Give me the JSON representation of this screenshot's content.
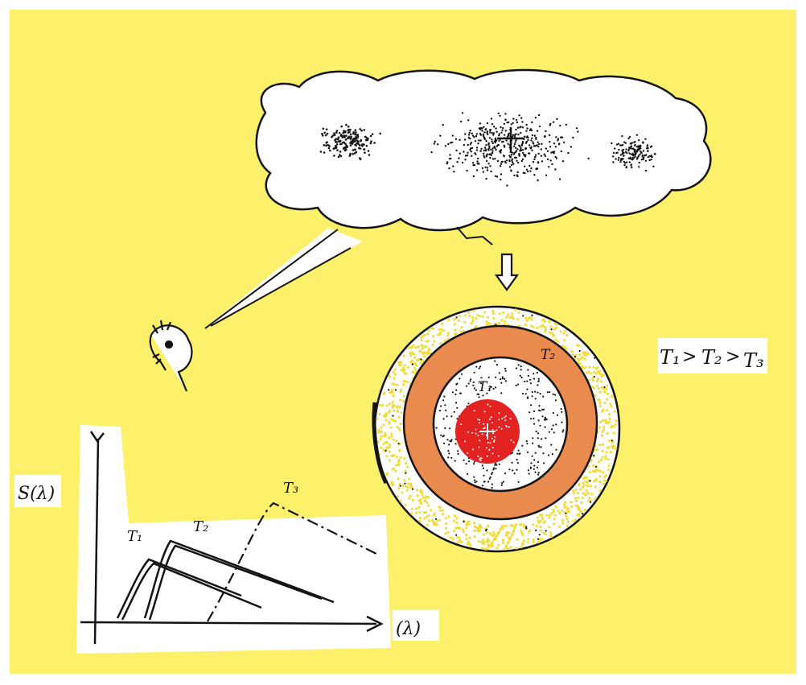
{
  "colors": {
    "background": "#fdf06b",
    "border": "#ffffff",
    "paper": "#ffffff",
    "ink": "#141414",
    "core_red": "#e32222",
    "ring_orange": "#e98a4e",
    "ring_yellow": "#f0dc3a"
  },
  "icons": {
    "cloud": "dust-cloud-icon",
    "arrow": "down-arrow-icon",
    "observer": "observer-face-icon",
    "cone": "viewing-cone-icon",
    "rings": "concentric-temperature-rings-icon"
  },
  "rings": {
    "inner_label": "T₁",
    "middle_label": "T₂"
  },
  "inequality": {
    "t1": "T₁",
    "gt1": ">",
    "t2": "T₂",
    "gt2": ">",
    "t3": "T₃"
  },
  "graph": {
    "ylabel": "S(λ)",
    "xlabel": "(λ)",
    "curve_labels": [
      "T₁",
      "T₂",
      "T₃"
    ]
  }
}
